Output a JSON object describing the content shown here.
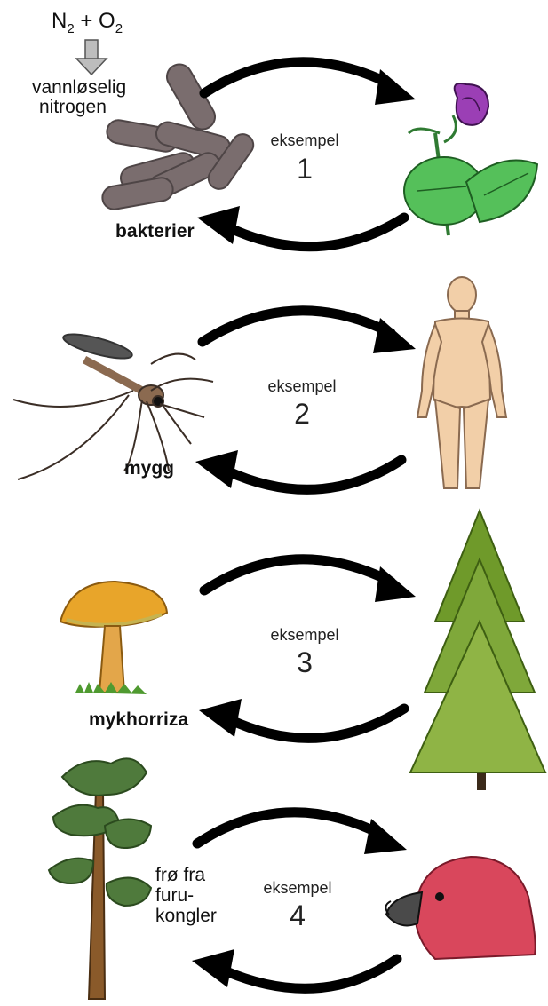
{
  "formula": {
    "n": "N",
    "n_sub": "2",
    "plus": " + ",
    "o": "O",
    "o_sub": "2"
  },
  "examples": [
    {
      "word": "eksempel",
      "number": "1"
    },
    {
      "word": "eksempel",
      "number": "2"
    },
    {
      "word": "eksempel",
      "number": "3"
    },
    {
      "word": "eksempel",
      "number": "4"
    }
  ],
  "labels": {
    "vannloselig_1": "vannløselig",
    "vannloselig_2": "nitrogen",
    "bakterier": "bakterier",
    "mygg": "mygg",
    "mykhorriza": "mykhorriza",
    "fro_1": "frø fra",
    "fro_2": "furu-",
    "fro_3": "kongler"
  },
  "colors": {
    "arrow": "#000000",
    "bacteria": "#7a6d6e",
    "plant_leaf": "#55c05a",
    "flower": "#9b3fb5",
    "skin": "#f2cfa8",
    "mushroom_cap": "#e8a52a",
    "spruce": "#6f9a2a",
    "pine": "#4f7a3c",
    "bird": "#d9475c"
  }
}
